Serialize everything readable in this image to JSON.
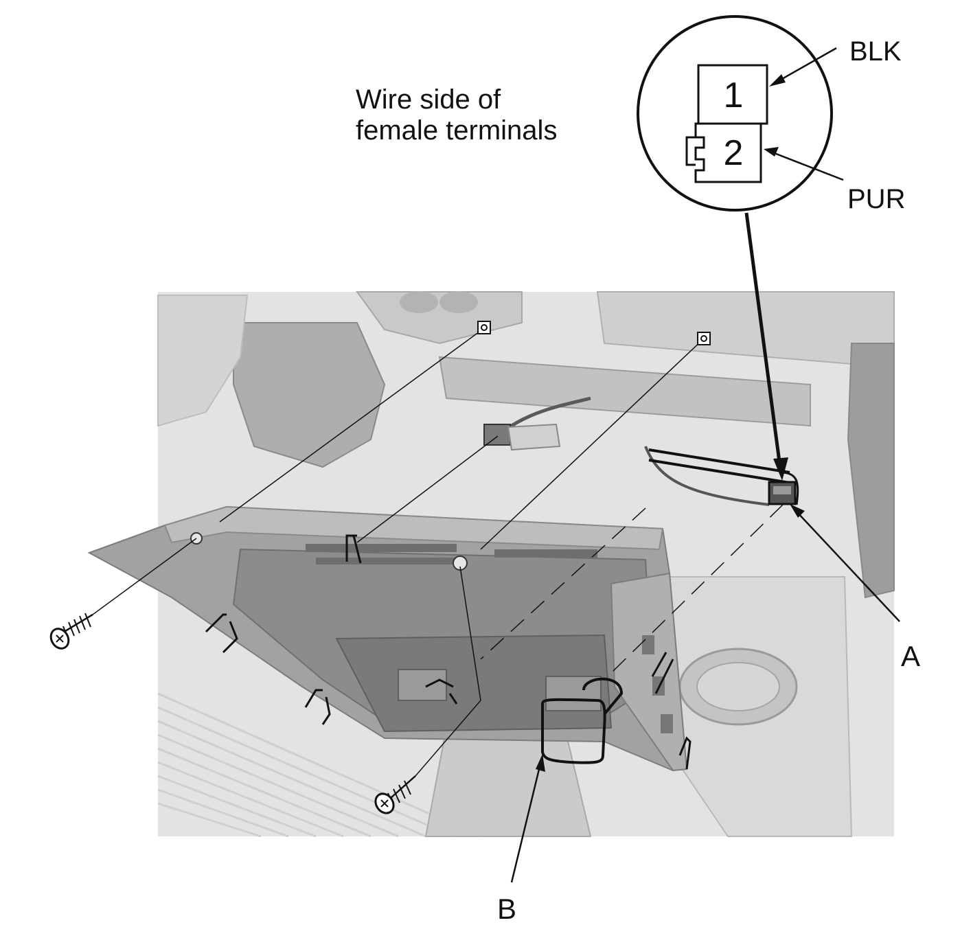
{
  "caption": {
    "line1": "Wire side of",
    "line2": "female terminals"
  },
  "connector": {
    "terminal_1": "1",
    "terminal_2": "2",
    "wire_1_color": "BLK",
    "wire_2_color": "PUR"
  },
  "callouts": {
    "a": "A",
    "b": "B"
  },
  "colors": {
    "line": "#111111",
    "photo_bg": "#e2e2e2",
    "part_dark": "#8f8f8f",
    "part_mid": "#b5b5b5",
    "part_light": "#d2d2d2"
  }
}
